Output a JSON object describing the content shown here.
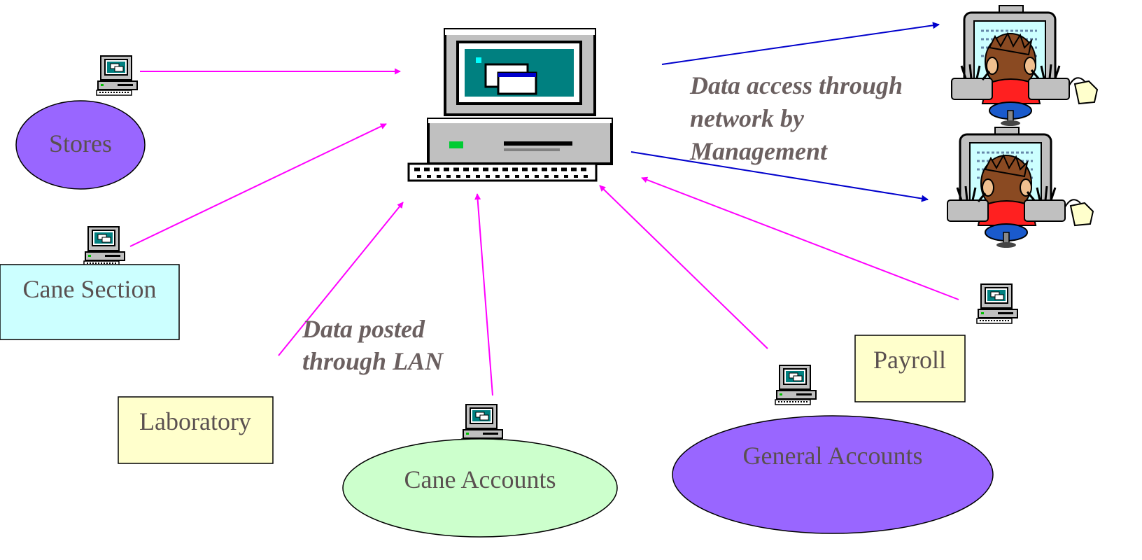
{
  "colors": {
    "post_arrow": "#ff00ff",
    "access_arrow": "#0000cc",
    "purple_ellipse": "#9966ff",
    "cyan_box": "#ccffff",
    "yellow_box": "#ffffcc",
    "green_ellipse": "#ccffcc",
    "text": "#5a5050",
    "annotation": "#6b6060"
  },
  "nodes": {
    "stores": "Stores",
    "cane_section": "Cane Section",
    "laboratory": "Laboratory",
    "cane_accounts": "Cane Accounts",
    "general_accounts": "General Accounts",
    "payroll": "Payroll"
  },
  "annotations": {
    "posted_line1": "Data posted",
    "posted_line2": "through LAN",
    "access_line1": "Data access through",
    "access_line2": "network by",
    "access_line3": "Management"
  },
  "icons": {
    "server": "central-server-computer-icon",
    "workstation": "workstation-computer-icon",
    "manager": "manager-at-computer-icon"
  }
}
